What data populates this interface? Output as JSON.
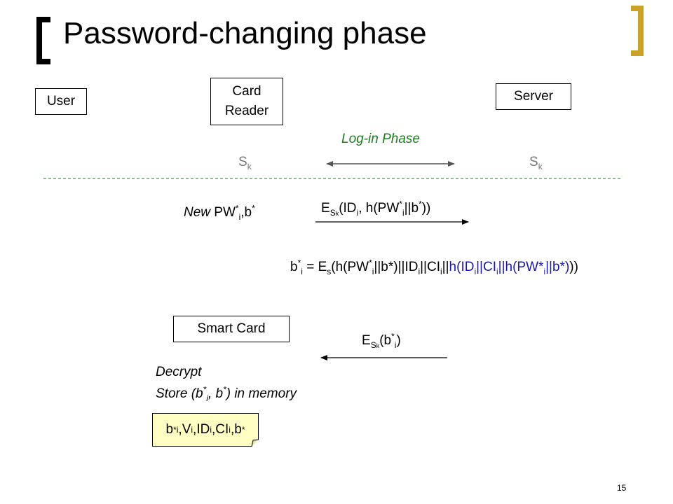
{
  "slide": {
    "title": "Password-changing phase",
    "page_number": "15"
  },
  "entities": {
    "user": "User",
    "card_reader_line1": "Card",
    "card_reader_line2": "Reader",
    "server": "Server",
    "smart_card": "Smart Card"
  },
  "login": {
    "label": "Log-in Phase",
    "left_key": "S",
    "left_key_sub": "k",
    "right_key": "S",
    "right_key_sub": "k"
  },
  "new_pw": {
    "prefix": "New",
    "pw": " PW",
    "sup1": "*",
    "sub1": "i",
    "b": ",b",
    "sup2": "*"
  },
  "msg1": {
    "e": "E",
    "s": "S",
    "k": "k",
    "open": "(ID",
    "i": "i",
    "mid": ", h(PW",
    "sup": "*",
    "i2": "i",
    "bar": "||b",
    "sup2": "*",
    "close": "))"
  },
  "formula": {
    "b": "b",
    "sup": "*",
    "sub": "i",
    "eq": " = E",
    "s": "s",
    "p1": "(h(PW",
    "sup2": "*",
    "sub2": "i",
    "p2": "||b*)||ID",
    "sub3": "i",
    "p3": "||CI",
    "sub4": "i",
    "p4": "||",
    "blue1": "h(ID",
    "bsub1": "i",
    "blue2": "||CI",
    "bsub2": "i",
    "blue3": "||h(PW*",
    "bsub3": "i",
    "blue4": "||b*)",
    "end": "))"
  },
  "msg2": {
    "e": "E",
    "s": "S",
    "k": "k",
    "open": "(b",
    "sup": "*",
    "sub": "i",
    "close": ")"
  },
  "actions": {
    "decrypt": "Decrypt",
    "store1": "Store (b",
    "sup1": "*",
    "sub1": "i",
    "store2": ", b",
    "sup2": "*",
    "store3": ") in memory"
  },
  "memory": {
    "b": "b",
    "sup": "*",
    "sub": "i",
    "v": ",V",
    "sub2": "i",
    "id": ",ID",
    "sub3": "i",
    "ci": ",CI",
    "sub4": "i",
    "b2": ",b",
    "sup2": "*"
  },
  "colors": {
    "accent_gold": "#c9a227",
    "login_green": "#1e7a1e",
    "highlight_blue": "#1a1aa6",
    "note_yellow": "#ffffc4"
  }
}
